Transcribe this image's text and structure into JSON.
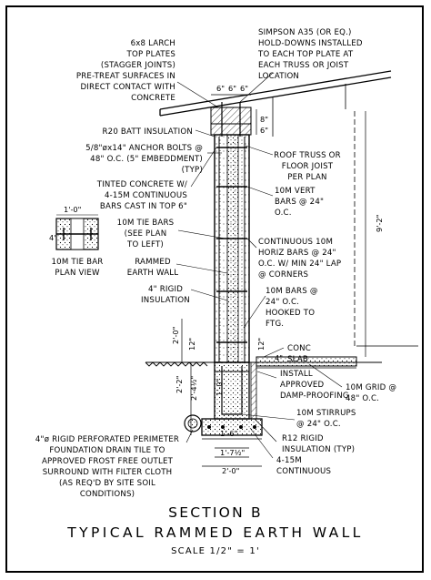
{
  "title": {
    "line1": "SECTION B",
    "line2": "TYPICAL RAMMED EARTH WALL",
    "scale": "SCALE 1/2\" = 1'"
  },
  "notes": {
    "top_plates": [
      "6x8 LARCH",
      "TOP PLATES",
      "(STAGGER JOINTS)",
      "PRE-TREAT SURFACES IN",
      "DIRECT CONTACT WITH",
      "CONCRETE"
    ],
    "hold_downs": [
      "SIMPSON A35 (OR EQ.)",
      "HOLD-DOWNS INSTALLED",
      "TO EACH TOP PLATE AT",
      "EACH TRUSS OR JOIST",
      "LOCATION"
    ],
    "batt": [
      "R20 BATT INSULATION"
    ],
    "anchor_bolts": [
      "5/8\"øx14\" ANCHOR BOLTS @",
      "48\" O.C. (5\" EMBEDDMENT)",
      "(TYP)"
    ],
    "roof_truss": [
      "ROOF TRUSS OR",
      "FLOOR JOIST",
      "PER PLAN"
    ],
    "tinted_concrete": [
      "TINTED CONCRETE W/",
      "4-15M CONTINUOUS",
      "BARS CAST IN TOP 6\""
    ],
    "vert_bars": [
      "10M VERT",
      "BARS @ 24\"",
      "O.C."
    ],
    "tie_bars": [
      "10M TIE BARS",
      "(SEE PLAN",
      "TO LEFT)"
    ],
    "horiz_bars": [
      "CONTINUOUS 10M",
      "HORIZ BARS @ 24\"",
      "O.C. W/ MIN 24\" LAP",
      "@ CORNERS"
    ],
    "rammed_earth": [
      "RAMMED",
      "EARTH WALL"
    ],
    "rigid_insulation": [
      "4\" RIGID",
      "INSULATION"
    ],
    "bars_hooked": [
      "10M BARS @",
      "24\" O.C.",
      "HOOKED TO",
      "FTG."
    ],
    "conc_slab": [
      "CONC",
      "SLAB"
    ],
    "damp_proofing": [
      "INSTALL",
      "APPROVED",
      "DAMP-PROOFING"
    ],
    "grid": [
      "10M GRID @",
      "48\" O.C."
    ],
    "stirrups": [
      "10M STIRRUPS",
      "@ 24\" O.C."
    ],
    "r12": [
      "R12 RIGID",
      "INSULATION (TYP)"
    ],
    "continuous_15m": [
      "4-15M",
      "CONTINUOUS"
    ],
    "drain_tile": [
      "4\"ø RIGID PERFORATED PERIMETER",
      "FOUNDATION DRAIN TILE TO",
      "APPROVED FROST FREE OUTLET",
      "SURROUND WITH FILTER CLOTH",
      "(AS REQ'D BY SITE SOIL",
      "CONDITIONS)"
    ],
    "plan_view": [
      "10M TIE BAR",
      "PLAN VIEW"
    ]
  },
  "dimensions": {
    "top_6a": "6\"",
    "top_6b": "6\"",
    "top_6c": "6\"",
    "plate_8": "8\"",
    "plate_6": "6\"",
    "plan_width": "1'-0\"",
    "plan_4": "4\"",
    "wall_height": "9'-2\"",
    "two_ft": "2'-0\"",
    "left_12": "12\"",
    "right_12": "12\"",
    "four_in": "4\"",
    "two_two": "2'-2\"",
    "two_four": "2'-4½\"",
    "one_ft": "1'-0\"",
    "one_six": "1'-6\"",
    "one_seven": "1'-7½\"",
    "two_ft_bottom": "2'-0\""
  },
  "colors": {
    "ink": "#000000",
    "paper": "#ffffff"
  }
}
